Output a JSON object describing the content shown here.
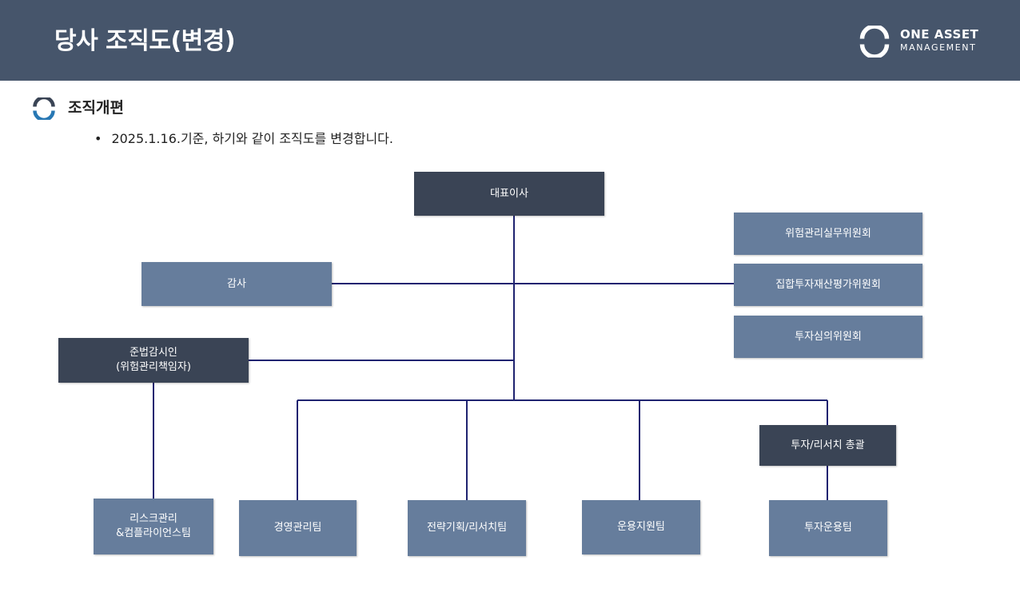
{
  "header": {
    "title": "당사 조직도(변경)",
    "logo": {
      "name": "ONE ASSET",
      "sub": "MANAGEMENT"
    }
  },
  "section": {
    "icon": "ring-icon",
    "title": "조직개편",
    "bullet": "2025.1.16.기준, 하기와 같이 조직도를 변경합니다."
  },
  "org_chart": {
    "ceo": "대표이사",
    "audit": "감사",
    "compliance": "준법감시인\n(위험관리책임자)",
    "committees": [
      "위험관리실무위원회",
      "집합투자재산평가위원회",
      "투자심의위원회"
    ],
    "invest_head": "투자/리서치 총괄",
    "teams": {
      "risk": "리스크관리\n&컴플라이언스팀",
      "management": "경영관리팀",
      "strategy": "전략기획/리서치팀",
      "ops_support": "운용지원팀",
      "investment": "투자운용팀"
    }
  },
  "colors": {
    "header_bg": "#46556b",
    "dark_box": "#3a4455",
    "light_box": "#667d9c",
    "connector": "#1f2370"
  }
}
